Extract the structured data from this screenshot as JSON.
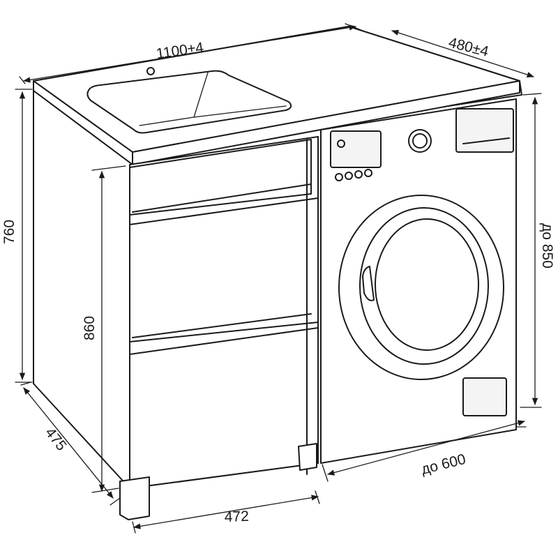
{
  "dimensions": {
    "top_width": "1100±4",
    "top_depth": "480±4",
    "total_height": "760",
    "cabinet_height": "860",
    "washer_height": "до 850",
    "side_depth": "475",
    "cabinet_width": "472",
    "washer_width": "до 600"
  }
}
